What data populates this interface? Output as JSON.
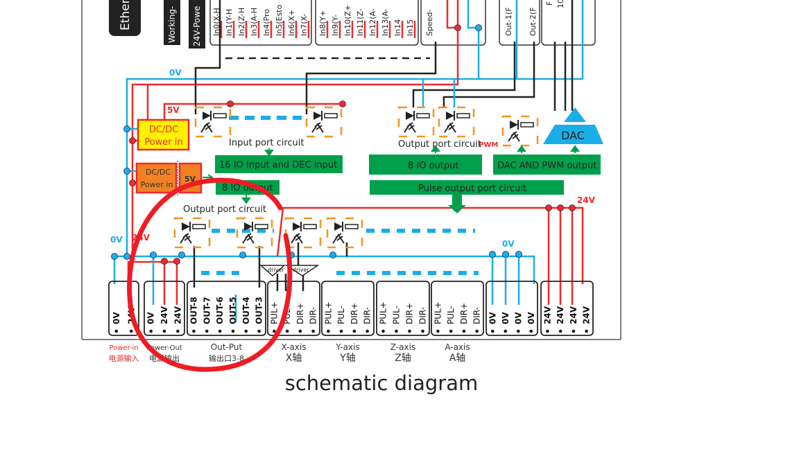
{
  "colors": {
    "blue": "#1aaee8",
    "red": "#ee2a2a",
    "green": "#00a04a",
    "orange": "#f7941d",
    "yellow": "#fff200",
    "black": "#222222"
  },
  "top": {
    "ethernet": "Ether",
    "working": "Working-",
    "power24": "24V-Powe",
    "inputs_a": [
      "In0(X-H",
      "In1(Y-H",
      "In2(Z-H",
      "In3(A-H",
      "In4(Pro",
      "In5(Esto",
      "In6(X+",
      "In7(X-"
    ],
    "inputs_b": [
      "In8(Y+",
      "In9(Y-",
      "In10(Z+",
      "In11(Z-",
      "In12(A-",
      "In13(A-",
      "In14",
      "In15"
    ],
    "speed": "Speed-",
    "outs": [
      "Out-1(F",
      "Out-2(F"
    ],
    "misc": [
      "F",
      "10"
    ]
  },
  "labels": {
    "zero_v": "0V",
    "five_v": "5V",
    "twentyfour_v": "24V",
    "pwm": "PWM",
    "dcdc1": [
      "DC/DC",
      "Power in"
    ],
    "dcdc2": [
      "DC/DC",
      "Power in"
    ],
    "dcdc2_out": "5V",
    "input_port_circuit": "Input port circuit",
    "output_port_circuit_left": "Output port circuit",
    "output_port_circuit_right": "Output port circuit",
    "dac": "DAC",
    "driver": "driver"
  },
  "green_boxes": {
    "io_input": "16 IO Input and DEC input",
    "io_output_left": "8 IO output",
    "io_output_right": "8 IO output",
    "dac_pwm": "DAC AND PWM output",
    "pulse": "Pulse output port circuit"
  },
  "terminals": {
    "power_in": {
      "pins": [
        "0V",
        "24V"
      ],
      "label": "Power-in",
      "label_cn": "电源输入"
    },
    "power_out": {
      "pins": [
        "0V",
        "24V",
        "24V"
      ],
      "label": "Power-Out",
      "label_cn": "电源输出"
    },
    "out_put": {
      "pins": [
        "OUT-8",
        "OUT-7",
        "OUT-6",
        "OUT-5",
        "OUT-4",
        "OUT-3"
      ],
      "label": "Out-Put",
      "label_cn": "输出口3-8"
    },
    "x_axis": {
      "pins": [
        "PUL+",
        "PUL-",
        "DIR+",
        "DIR-"
      ],
      "label": "X-axis",
      "label_cn": "X轴"
    },
    "y_axis": {
      "pins": [
        "PUL+",
        "PUL-",
        "DIR+",
        "DIR-"
      ],
      "label": "Y-axis",
      "label_cn": "Y轴"
    },
    "z_axis": {
      "pins": [
        "PUL+",
        "PUL-",
        "DIR+",
        "DIR-"
      ],
      "label": "Z-axis",
      "label_cn": "Z轴"
    },
    "a_axis": {
      "pins": [
        "PUL+",
        "PUL-",
        "DIR+",
        "DIR-"
      ],
      "label": "A-axis",
      "label_cn": "A轴"
    },
    "gnd": {
      "pins": [
        "0V",
        "0V",
        "0V",
        "0V"
      ]
    },
    "v24": {
      "pins": [
        "24V",
        "24V",
        "24V",
        "24V"
      ]
    }
  },
  "caption": "schematic diagram"
}
